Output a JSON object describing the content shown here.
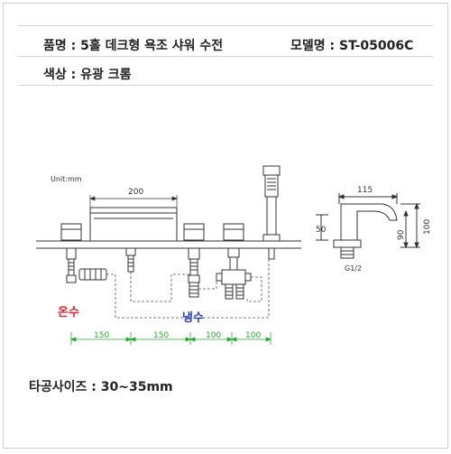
{
  "header": {
    "product_name": "품명 : 5홀 데크형 욕조 샤워 수전",
    "model_name": "모델명 : ST-05006C",
    "color": "색상 : 유광 크롬"
  },
  "diagram": {
    "unit_label": "Unit:mm",
    "top_width": "200",
    "spacing_labels": [
      "150",
      "150",
      "100",
      "100"
    ],
    "hot_label": "온수",
    "cold_label": "냉수",
    "hot_color": "#e8232a",
    "cold_color": "#2a3ec8",
    "dim_color": "#2aa832",
    "side_view": {
      "length": "115",
      "height_outer": "100",
      "height_inner": "90",
      "reach": "50",
      "thread": "G1/2"
    }
  },
  "footer": {
    "hole_size": "타공사이즈 : 30~35mm"
  }
}
